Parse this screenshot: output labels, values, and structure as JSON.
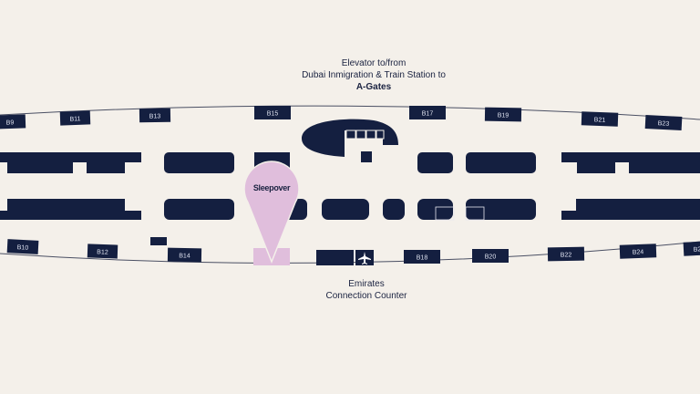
{
  "colors": {
    "background": "#f4f0ea",
    "structure": "#141f40",
    "highlight": "#e0bedc"
  },
  "top_label": {
    "line1": "Elevator to/from",
    "line2": "Dubai Inmigration & Train Station to",
    "line3": "A-Gates"
  },
  "bottom_label": {
    "line1": "Emirates",
    "line2": "Connection Counter"
  },
  "pin": {
    "label": "Sleepover",
    "icon": "map-pin-icon"
  },
  "gates_top": [
    "B9",
    "B11",
    "B13",
    "B15",
    "B17",
    "B19",
    "B21",
    "B23"
  ],
  "gates_bottom": [
    "B10",
    "B12",
    "B14",
    "B18",
    "B20",
    "B22",
    "B24",
    "B2"
  ],
  "counter_icon": "airplane-icon"
}
